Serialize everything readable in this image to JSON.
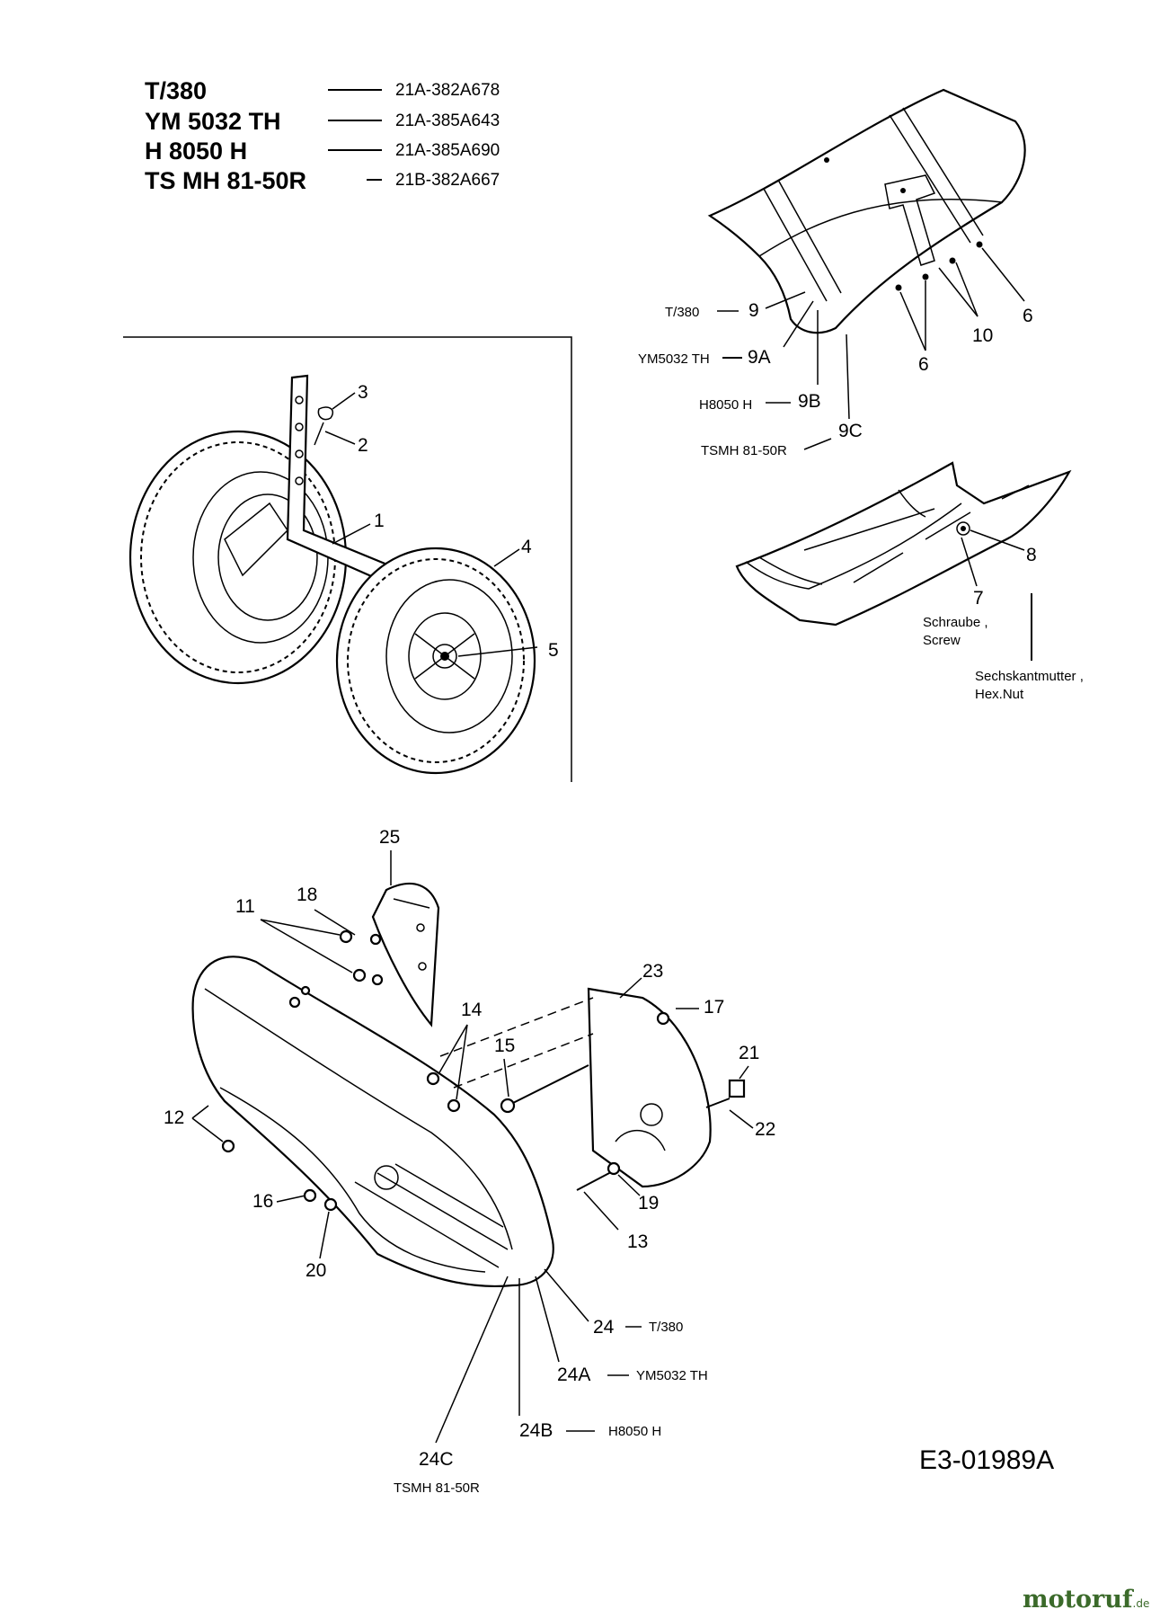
{
  "models": [
    {
      "name": "T/380",
      "code": "21A-382A678"
    },
    {
      "name": "YM 5032 TH",
      "code": "21A-385A643"
    },
    {
      "name": "H 8050 H",
      "code": "21A-385A690"
    },
    {
      "name": "TS MH 81-50R",
      "code": "21B-382A667"
    }
  ],
  "tine_shield": {
    "labels": [
      {
        "prefix": "T/380",
        "num": "9"
      },
      {
        "prefix": "YM5032 TH",
        "num": "9A"
      },
      {
        "prefix": "H8050 H",
        "num": "9B"
      },
      {
        "prefix": "TSMH 81-50R",
        "num": "9C"
      }
    ],
    "parts": [
      "6",
      "10",
      "6"
    ]
  },
  "lower_shield": {
    "parts": [
      "8",
      "7"
    ],
    "screw_label_1": "Schraube ,",
    "screw_label_2": "Screw",
    "nut_label_1": "Sechskantmutter ,",
    "nut_label_2": "Hex.Nut"
  },
  "wheel_assembly": {
    "parts": [
      "3",
      "2",
      "1",
      "4",
      "5"
    ]
  },
  "belt_cover": {
    "parts": [
      "25",
      "18",
      "11",
      "23",
      "14",
      "17",
      "15",
      "21",
      "12",
      "22",
      "16",
      "19",
      "13",
      "20"
    ],
    "variants": [
      {
        "num": "24",
        "model": "T/380"
      },
      {
        "num": "24A",
        "model": "YM5032 TH"
      },
      {
        "num": "24B",
        "model": "H8050 H"
      },
      {
        "num": "24C",
        "model": "TSMH 81-50R"
      }
    ]
  },
  "drawing_number": "E3-01989A",
  "watermark": {
    "brand": "motoruf",
    "suffix": ".de"
  }
}
